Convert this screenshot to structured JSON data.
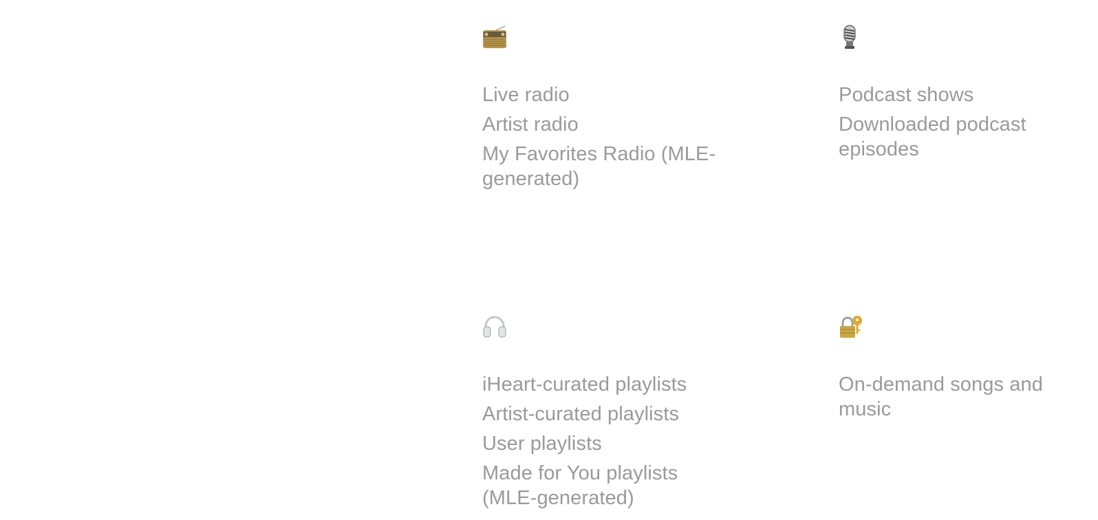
{
  "categories": [
    {
      "icon": "radio-icon",
      "items": [
        "Live radio",
        "Artist radio",
        "My Favorites Radio (MLE-generated)"
      ]
    },
    {
      "icon": "microphone-icon",
      "items": [
        "Podcast shows",
        "Downloaded podcast episodes"
      ]
    },
    {
      "icon": "headphones-icon",
      "items": [
        "iHeart-curated playlists",
        "Artist-curated playlists",
        "User playlists",
        "Made for You playlists (MLE-generated)"
      ]
    },
    {
      "icon": "lock-key-icon",
      "items": [
        "On-demand songs and music"
      ]
    }
  ]
}
